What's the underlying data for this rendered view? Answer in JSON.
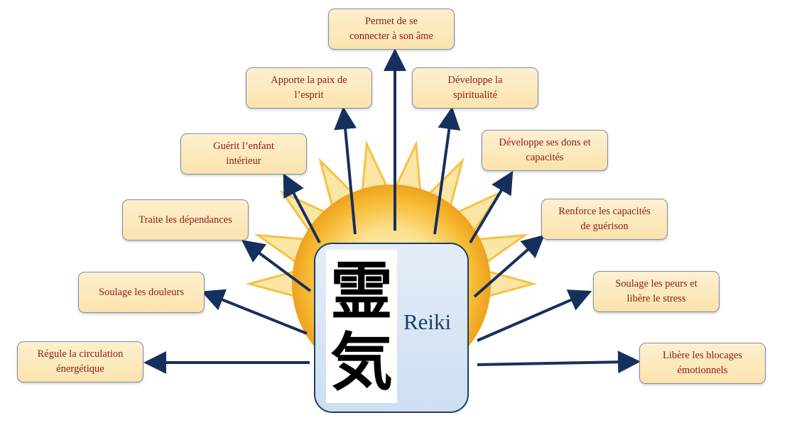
{
  "center": {
    "label": "Reiki",
    "kanji_top": "霊",
    "kanji_bottom": "気"
  },
  "benefits": [
    {
      "id": "ame",
      "text": "Permet de se\nconnecter à son âme"
    },
    {
      "id": "paix",
      "text": "Apporte la paix de\nl’esprit"
    },
    {
      "id": "spiritualite",
      "text": "Développe la\nspiritualité"
    },
    {
      "id": "enfant",
      "text": "Guérit l’enfant\nintérieur"
    },
    {
      "id": "dons",
      "text": "Développe ses dons et\ncapacités"
    },
    {
      "id": "dependances",
      "text": "Traite les dépendances"
    },
    {
      "id": "guerison",
      "text": "Renforce les capacités\nde guérison"
    },
    {
      "id": "douleurs",
      "text": "Soulage les douleurs"
    },
    {
      "id": "peurs",
      "text": "Soulage les peurs et\nlibère le stress"
    },
    {
      "id": "circulation",
      "text": "Régule la circulation\nénergétique"
    },
    {
      "id": "blocages",
      "text": "Libère les blocages\némotionnels"
    }
  ],
  "colors": {
    "arrow": "#16305e",
    "box_fill": "#fbe3ad",
    "box_border": "#7d8fa6",
    "box_text": "#8b1a1a",
    "center_fill": "#d6e4f3",
    "center_border": "#1f3d66",
    "sun_core": "#f7c33b",
    "sun_ray": "#fbe6a6"
  }
}
